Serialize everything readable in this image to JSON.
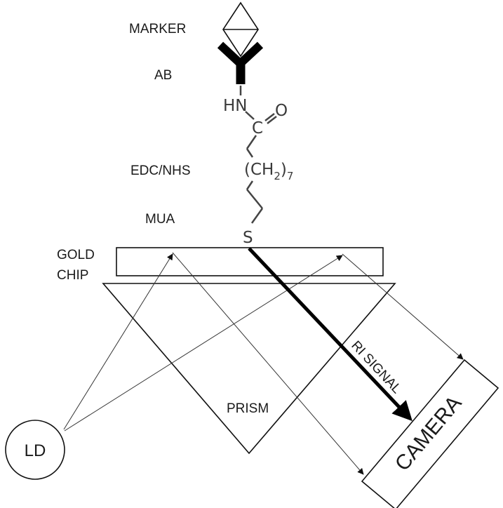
{
  "labels": {
    "marker": "MARKER",
    "ab": "AB",
    "edc_nhs": "EDC/NHS",
    "mua": "MUA",
    "gold_line1": "GOLD",
    "gold_line2": "CHIP",
    "prism": "PRISM",
    "ld": "LD",
    "camera": "CAMERA",
    "ri_signal": "RI SIGNAL"
  },
  "chemistry": {
    "hn": "HN",
    "oxygen": "O",
    "carbon": "C",
    "chain": "(CH",
    "chain_sub": "2",
    "chain_close": ")",
    "chain_count": "7",
    "sulfur": "S"
  }
}
